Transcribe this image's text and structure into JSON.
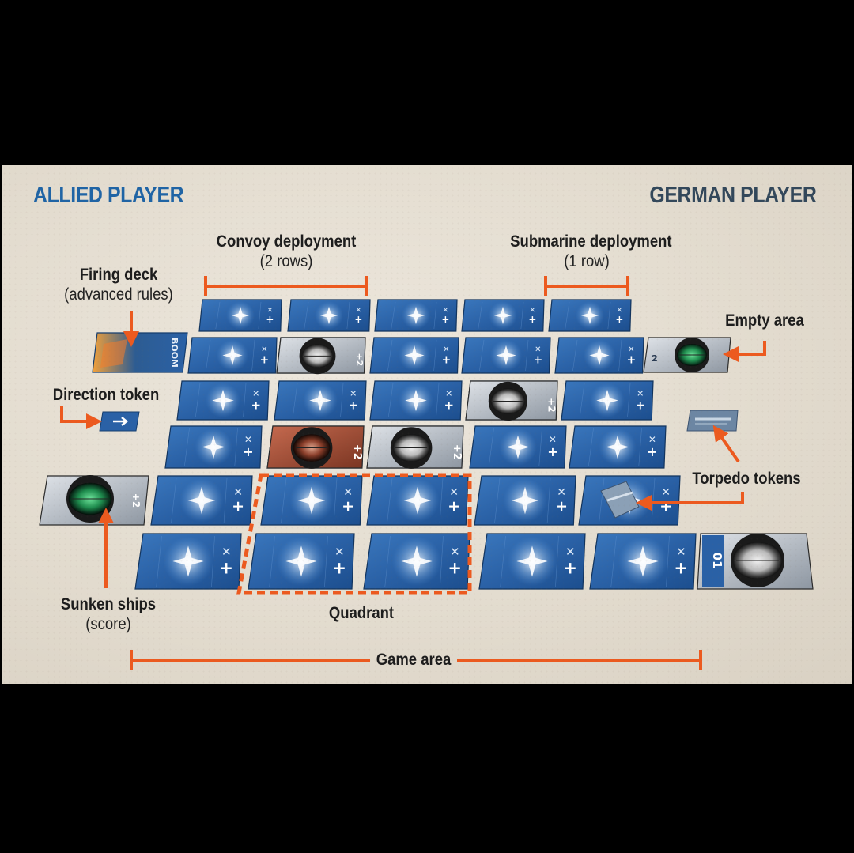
{
  "players": {
    "allied": "ALLIED PLAYER",
    "german": "GERMAN PLAYER"
  },
  "labels": {
    "convoy_title": "Convoy deployment",
    "convoy_sub": "(2 rows)",
    "sub_title": "Submarine deployment",
    "sub_sub": "(1 row)",
    "firing_title": "Firing deck",
    "firing_sub": "(advanced rules)",
    "empty_area": "Empty area",
    "direction_token": "Direction token",
    "torpedo_tokens": "Torpedo tokens",
    "sunken_title": "Sunken ships",
    "sunken_sub": "(score)",
    "quadrant": "Quadrant",
    "game_area": "Game area"
  },
  "cards": {
    "firing_deck_text": "BOOM",
    "sub_values": [
      "+2",
      "+2",
      "+2",
      "+2",
      "+2"
    ],
    "german_side_value": "2",
    "ship_value": "01"
  },
  "colors": {
    "accent_orange": "#ec5a1f",
    "card_blue": "#2a61a6",
    "allied_blue": "#1f64a5",
    "german_gray": "#33485b"
  },
  "icons": [
    "compass-rose-icon",
    "periscope-view-icon",
    "arrow-right-icon",
    "torpedo-icon"
  ]
}
